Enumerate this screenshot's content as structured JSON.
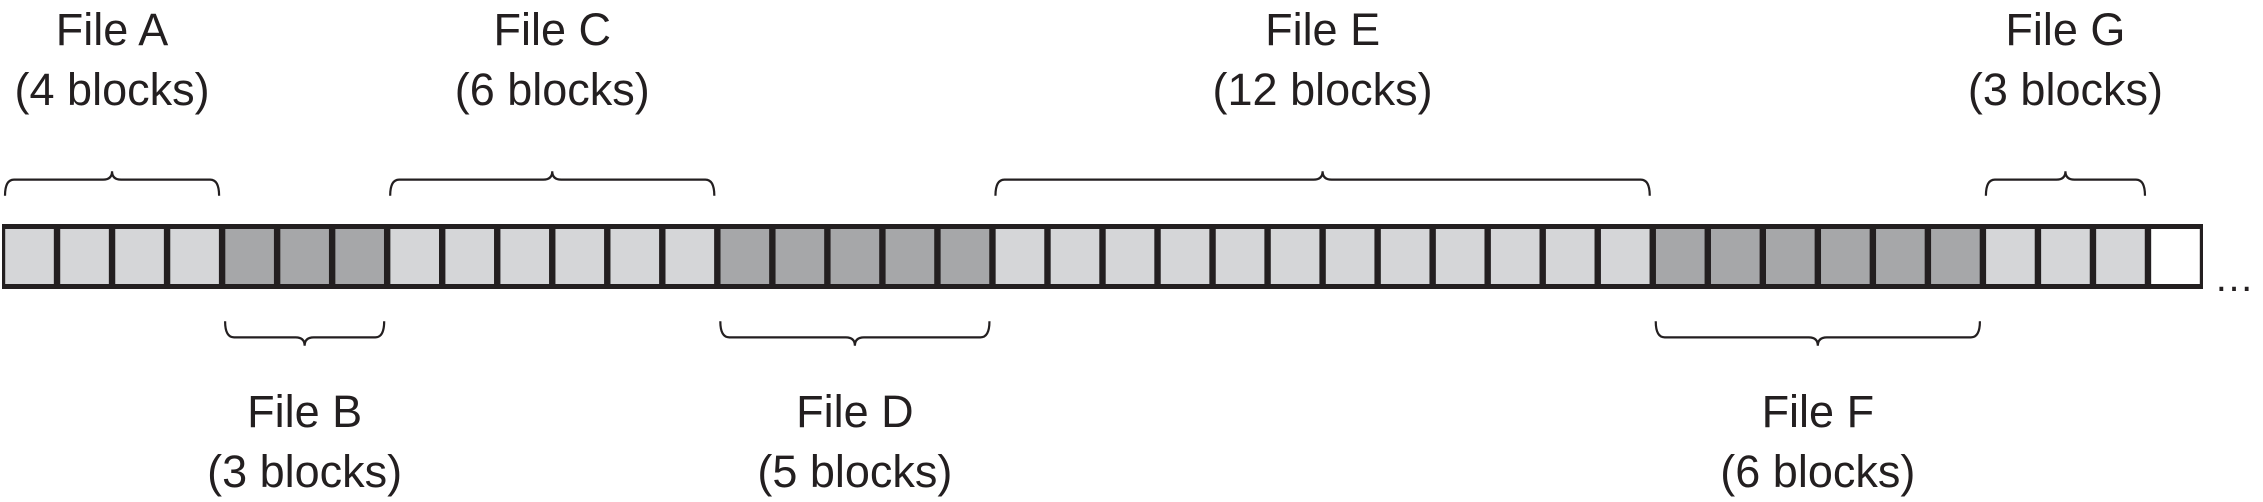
{
  "colors": {
    "light_block": "#d5d6d8",
    "dark_block": "#a6a7a9",
    "free_block": "#ffffff",
    "outline": "#231f20"
  },
  "files": [
    {
      "id": "a",
      "name": "File A",
      "size_label": "(4 blocks)",
      "blocks": 4,
      "shade": "light",
      "label_side": "top"
    },
    {
      "id": "b",
      "name": "File B",
      "size_label": "(3 blocks)",
      "blocks": 3,
      "shade": "dark",
      "label_side": "bottom"
    },
    {
      "id": "c",
      "name": "File C",
      "size_label": "(6 blocks)",
      "blocks": 6,
      "shade": "light",
      "label_side": "top"
    },
    {
      "id": "d",
      "name": "File D",
      "size_label": "(5 blocks)",
      "blocks": 5,
      "shade": "dark",
      "label_side": "bottom"
    },
    {
      "id": "e",
      "name": "File E",
      "size_label": "(12 blocks)",
      "blocks": 12,
      "shade": "light",
      "label_side": "top"
    },
    {
      "id": "f",
      "name": "File F",
      "size_label": "(6 blocks)",
      "blocks": 6,
      "shade": "dark",
      "label_side": "bottom"
    },
    {
      "id": "g",
      "name": "File G",
      "size_label": "(3 blocks)",
      "blocks": 3,
      "shade": "light",
      "label_side": "top"
    }
  ],
  "free_blocks": 1,
  "continuation": "…"
}
